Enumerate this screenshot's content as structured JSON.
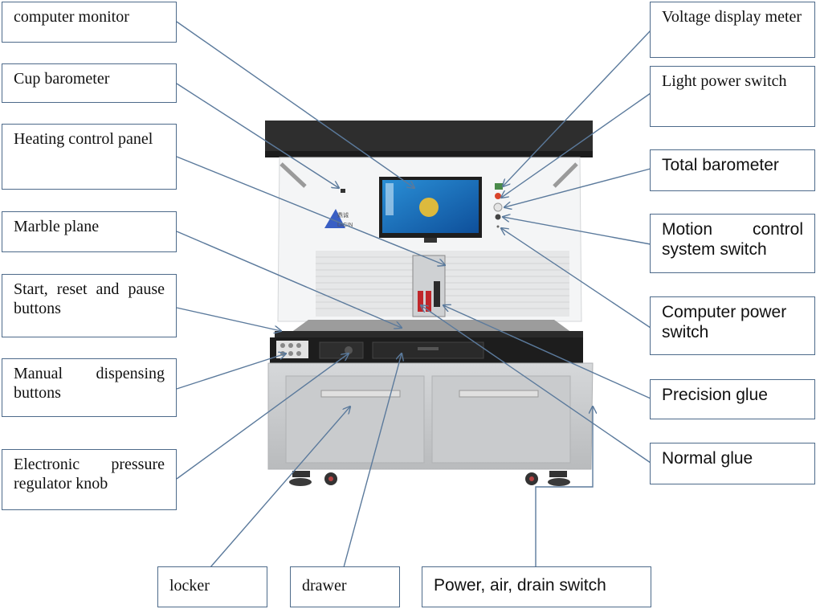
{
  "labels": {
    "computer_monitor": "computer monitor",
    "cup_barometer": "Cup barometer",
    "heating_control_panel": "Heating control panel",
    "marble_plane": "Marble plane",
    "start_reset_pause": "Start, reset and pause buttons",
    "manual_dispensing": "Manual dispensing buttons",
    "pressure_regulator": "Electronic pressure regulator knob",
    "voltage_display": "Voltage display meter",
    "light_power_switch": "Light power switch",
    "total_barometer": "Total barometer",
    "motion_control": "Motion control system switch",
    "computer_power": "Computer power switch",
    "precision_glue": "Precision glue",
    "normal_glue": "Normal glue",
    "locker": "locker",
    "drawer": "drawer",
    "power_air_drain": "Power, air, drain switch"
  },
  "machine": {
    "logo_text": "DIGIN",
    "logo_cn": "鼎诚"
  },
  "colors": {
    "arrow": "#5b7a9c",
    "box_border": "#4d6a8a",
    "frame_dark": "#2e2e2e",
    "cabinet": "#c7c9cb"
  }
}
